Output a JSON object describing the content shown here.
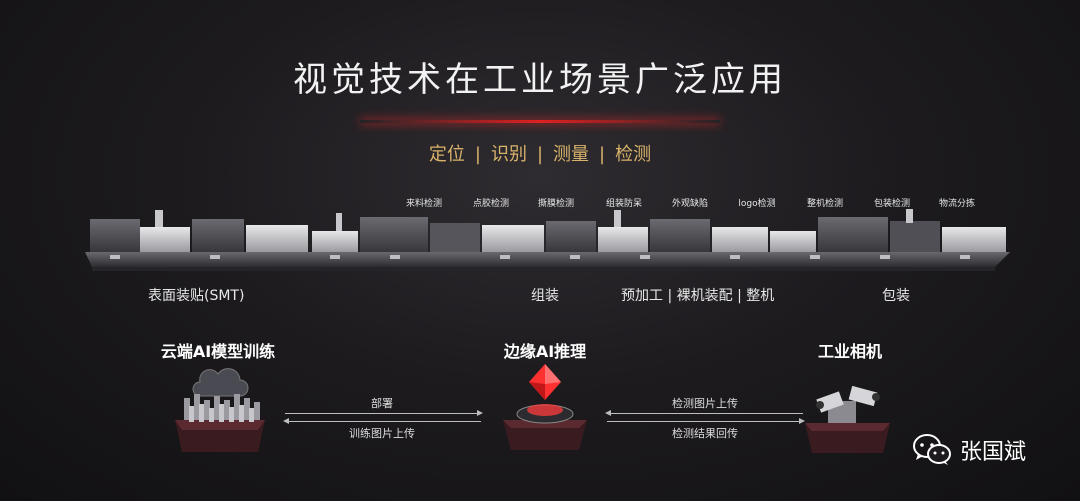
{
  "title": "视觉技术在工业场景广泛应用",
  "categories": [
    "定位",
    "识别",
    "测量",
    "检测"
  ],
  "category_separator": "|",
  "stations": [
    "来料检测",
    "点胶检测",
    "撕膜检测",
    "组装防呆",
    "外观缺陷",
    "logo检测",
    "整机检测",
    "包装检测",
    "物流分拣"
  ],
  "process_groups": [
    "表面装贴(SMT)",
    "组装",
    "预加工 | 裸机装配 | 整机",
    "包装"
  ],
  "nodes": {
    "cloud": {
      "label": "云端AI模型训练"
    },
    "edge": {
      "label": "边缘AI推理"
    },
    "camera": {
      "label": "工业相机"
    }
  },
  "flows": {
    "deploy": "部署",
    "upload_training": "训练图片上传",
    "upload_detect": "检测图片上传",
    "return_result": "检测结果回传"
  },
  "brand": {
    "name": "张国斌",
    "icon": "wechat-icon"
  },
  "colors": {
    "accent_gold": "#d8b26a",
    "accent_red": "#e02020",
    "background": "#1d1b1e"
  }
}
